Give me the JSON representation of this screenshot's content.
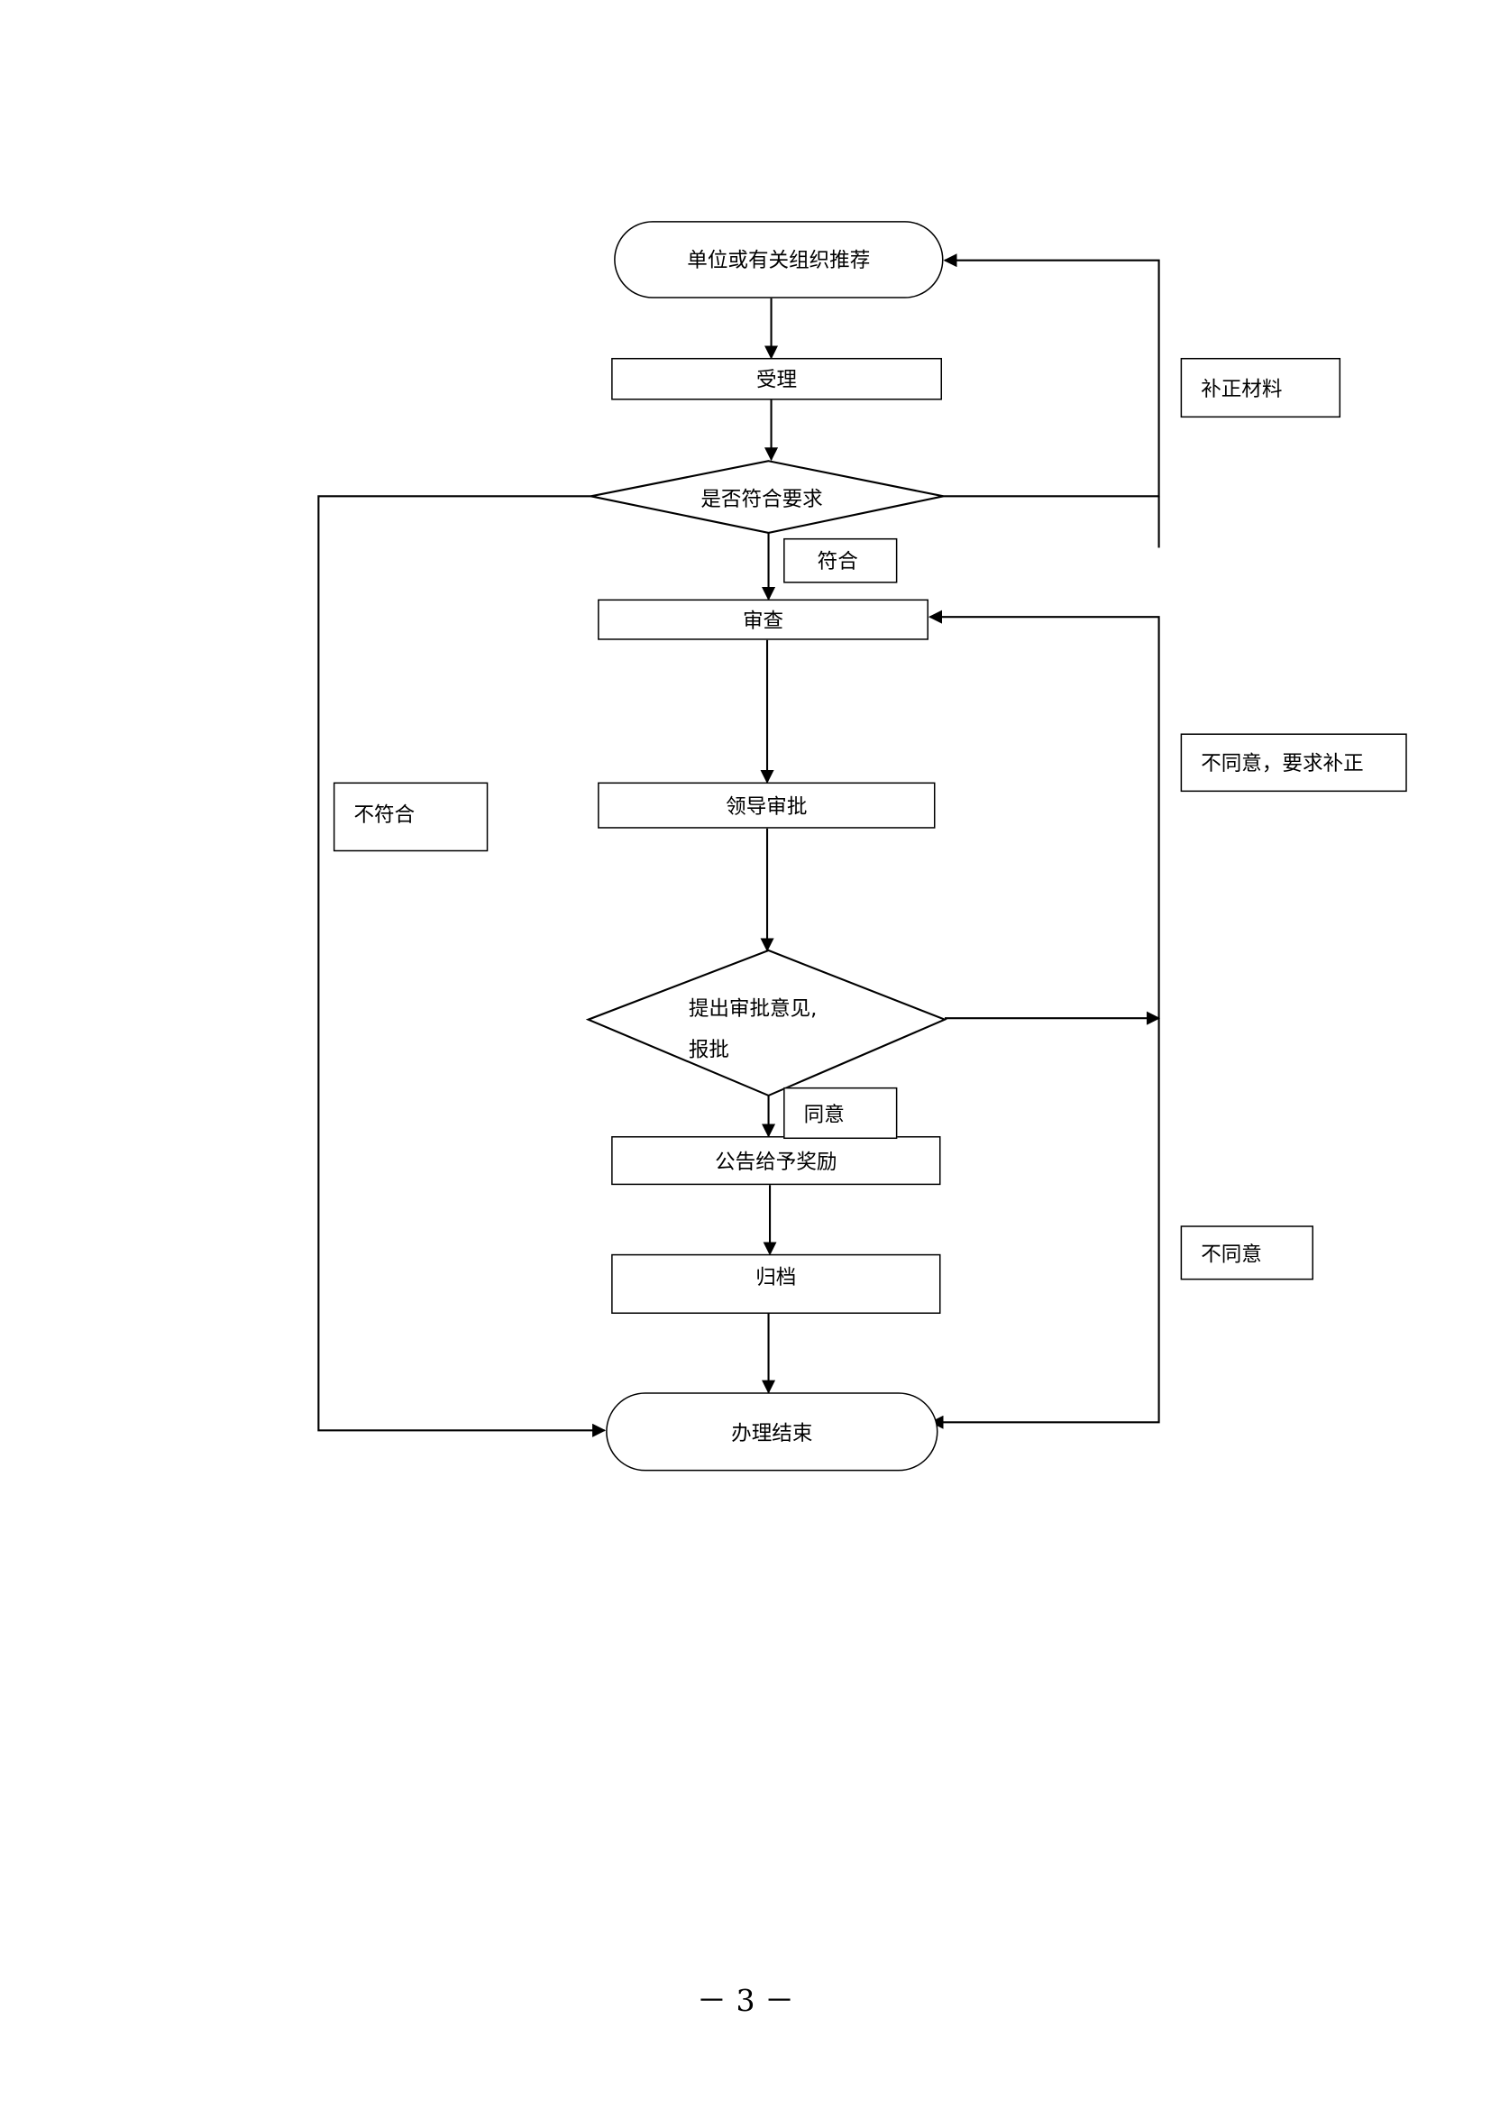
{
  "flowchart": {
    "start": "单位或有关组织推荐",
    "accept": "受理",
    "check_decision": "是否符合要求",
    "review": "审查",
    "leader_approval": "领导审批",
    "approval_decision_line1": "提出审批意见,",
    "approval_decision_line2": "报批",
    "announce": "公告给予奖励",
    "archive": "归档",
    "end": "办理结束"
  },
  "labels": {
    "supplement": "补正材料",
    "meets": "符合",
    "not_meets": "不符合",
    "disagree_supplement": "不同意，要求补正",
    "agree": "同意",
    "disagree": "不同意"
  },
  "footer": {
    "page_number": "－ 3 －"
  }
}
